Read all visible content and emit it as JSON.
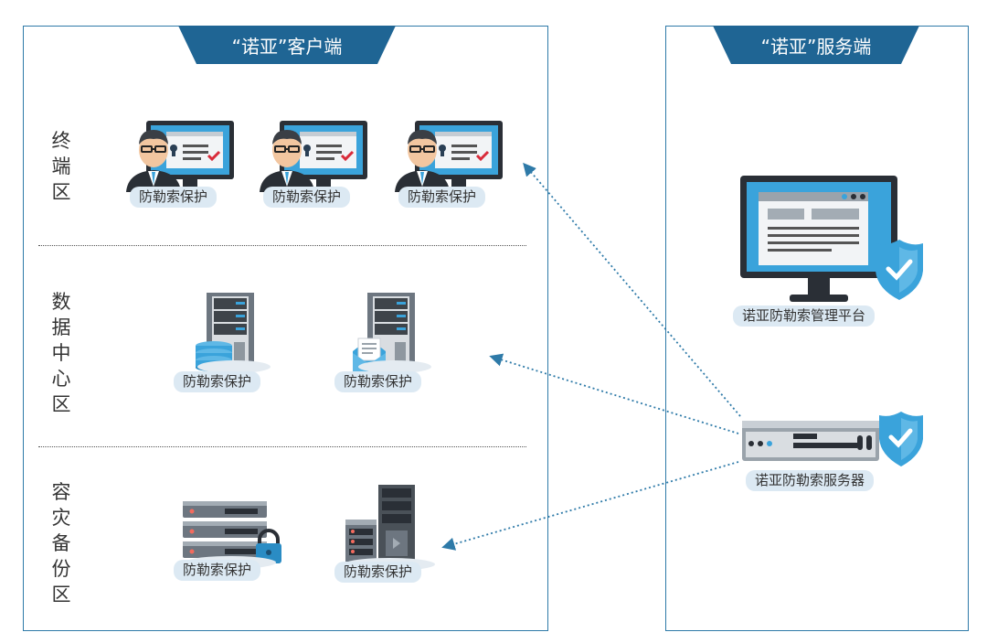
{
  "client": {
    "title": "“诺亚”客户端"
  },
  "server": {
    "title": "“诺亚”服务端",
    "platform_label": "诺亚防勒索管理平台",
    "server_label": "诺亚防勒索服务器"
  },
  "zones": {
    "terminal": "终端区",
    "datacenter": "数据中心区",
    "disaster_recovery": "容灾备份区"
  },
  "protection_label": "防勒索保护",
  "colors": {
    "frame": "#2e7aa8",
    "ribbon": "#1f6594",
    "arrow": "#2e7aa8",
    "shield": "#3aa3db",
    "badge_bg": "#dce9f3"
  }
}
